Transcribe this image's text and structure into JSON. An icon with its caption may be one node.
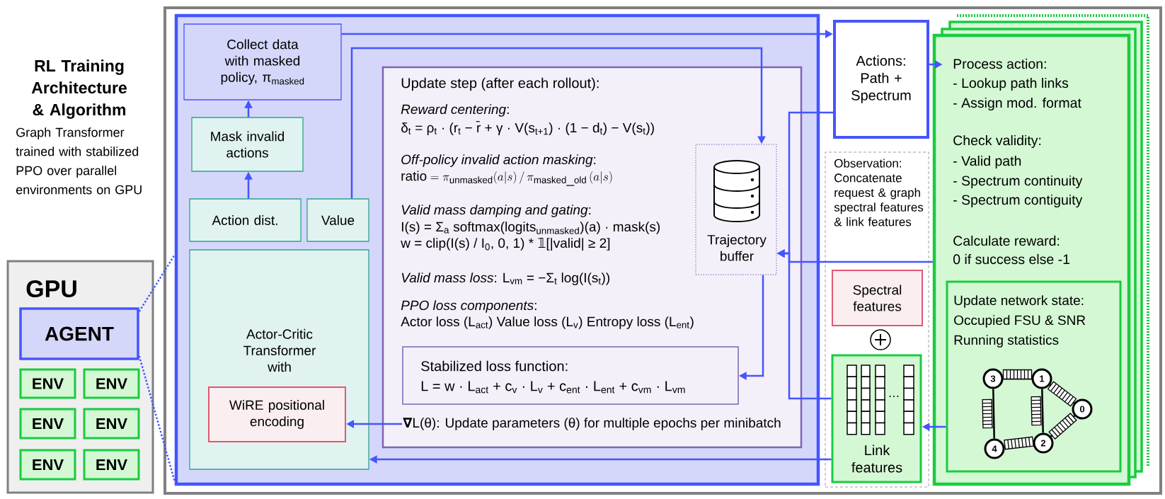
{
  "diagram": {
    "title": "RL Training Architecture & Algorithm",
    "nodes": [
      {
        "text": [
          "GPU"
        ]
      },
      {
        "text": [
          "AGENT"
        ],
        "in": 0
      },
      {
        "text": [
          "ENV"
        ],
        "in": 0
      },
      {
        "text": [
          "ENV"
        ],
        "in": 0
      },
      {
        "text": [
          "ENV"
        ],
        "in": 0
      },
      {
        "text": [
          "ENV"
        ],
        "in": 0
      },
      {
        "text": [
          "ENV"
        ],
        "in": 0
      },
      {
        "text": [
          "ENV"
        ],
        "in": 0
      },
      {
        "text": [],
        "shape": "box"
      },
      {
        "text": [
          "Collect data with masked policy, π$_{masked}$"
        ],
        "in": 8
      },
      {
        "text": [
          "Mask invalid actions"
        ],
        "in": 8
      },
      {
        "text": [
          "Action dist."
        ],
        "in": 8
      },
      {
        "text": [
          "Value"
        ],
        "in": 8
      },
      {
        "text": [
          "Actor-Critic Transformer with"
        ],
        "in": 8
      },
      {
        "text": [
          "WiRE positional encoding"
        ],
        "in": 13
      },
      {
        "text": [
          "Update step (after each rollout):",
          "*Reward centering*:",
          "δ$_{t}$ = ρ$_{t}$ · (r$_{t}$ − r̄ + γ · V(s$_{t+1}$) · (1 − d$_{t}$) − V(s$_{t}$))",
          "*Off-policy invalid action masking*:",
          "\\mathrm{ratio} = \\pi_{\\mathrm{unmasked}}(a|s) \\,/\\, \\pi_{\\mathrm{masked\\_old}}\\,(a|s)",
          "*Valid mass damping and gating*:",
          "I(s) = Σ$_{a}$ softmax(logits$_{unmasked}$)(a) · mask(s)",
          "w = clip(I(s) / I$_{0}$, 0, 1) * 𝟙[|valid| ≥ 2]",
          "*Valid mass loss*:  L$_{vm}$ = −Σ$_{t}$  log(I(s$_{t}$))",
          "*PPO loss components*:",
          "Actor loss (L$_{act}$)   Value loss (L$_{v}$)   Entropy loss (L$_{ent}$)"
        ],
        "in": 8
      },
      {
        "text": [
          "Trajectory buffer"
        ],
        "in": 15
      },
      {
        "text": [
          "Stabilized loss function:",
          "L = w · L$_{act}$ + c$_{v}$ · L$_{v}$ + c$_{ent}$ · L$_{ent}$ + c$_{vm}$ · L$_{vm}$"
        ],
        "in": 15
      },
      {
        "text": [
          "**∇**L(θ): Update parameters (θ) for multiple epochs per minibatch"
        ],
        "in": 15
      },
      {
        "text": [
          "Actions: Path + Spectrum"
        ]
      },
      {
        "text": [
          "Observation: Concatenate request & graph spectral features & link features"
        ]
      },
      {
        "text": [
          "Spectral features"
        ],
        "in": 20
      },
      {
        "text": [
          "…",
          "Link features"
        ],
        "in": 20
      },
      {
        "text": [
          "Process action:",
          "- Lookup path links",
          "- Assign mod. format",
          "Check validity:",
          "- Valid path",
          "- Spectrum continuity",
          "- Spectrum contiguity",
          "Calculate reward:",
          "0 if success else -1"
        ]
      },
      {
        "text": [
          "Update network state:",
          "Occupied FSU & SNR",
          "Running statistics"
        ],
        "in": 23
      },
      {
        "text": [
          "3"
        ],
        "in": 24
      },
      {
        "text": [
          "1"
        ],
        "in": 24
      },
      {
        "text": [
          "0"
        ],
        "in": 24
      },
      {
        "text": [
          "4"
        ],
        "in": 24
      },
      {
        "text": [
          "2"
        ],
        "in": 24
      }
    ],
    "edges": [
      {
        "from": 1,
        "to": 8,
        "arrow": "none",
        "style": "dashed"
      },
      {
        "from": 1,
        "to": 8,
        "arrow": "none",
        "style": "dashed"
      },
      {
        "from": 11,
        "to": 10,
        "arrow": "to"
      },
      {
        "from": 10,
        "to": 9,
        "arrow": "to"
      },
      {
        "from": 9,
        "to": 19,
        "arrow": "to"
      },
      {
        "from": 12,
        "to": 16,
        "arrow": "to"
      },
      {
        "from": 19,
        "to": 23,
        "arrow": "to"
      },
      {
        "from": 19,
        "to": 16,
        "arrow": "to"
      },
      {
        "from": 23,
        "to": 16,
        "arrow": "to"
      },
      {
        "from": 22,
        "to": 16,
        "arrow": "to"
      },
      {
        "from": 16,
        "to": 17,
        "arrow": "to"
      },
      {
        "from": 18,
        "to": 14,
        "arrow": "to"
      },
      {
        "from": 22,
        "to": 13,
        "arrow": "to"
      },
      {
        "from": 24,
        "to": 22,
        "arrow": "to"
      },
      {
        "from": 25,
        "to": 26,
        "arrow": "none",
        "color": "#000000"
      },
      {
        "from": 26,
        "to": 27,
        "arrow": "none",
        "color": "#000000"
      },
      {
        "from": 27,
        "to": 29,
        "arrow": "none",
        "color": "#000000"
      },
      {
        "from": 29,
        "to": 28,
        "arrow": "none",
        "color": "#000000"
      },
      {
        "from": 28,
        "to": 25,
        "arrow": "none",
        "color": "#000000"
      },
      {
        "from": 26,
        "to": 29,
        "arrow": "none",
        "color": "#000000"
      }
    ],
    "labels": [
      "Graph Transformer trained with stabilized PPO over parallel environments on GPU"
    ]
  }
}
